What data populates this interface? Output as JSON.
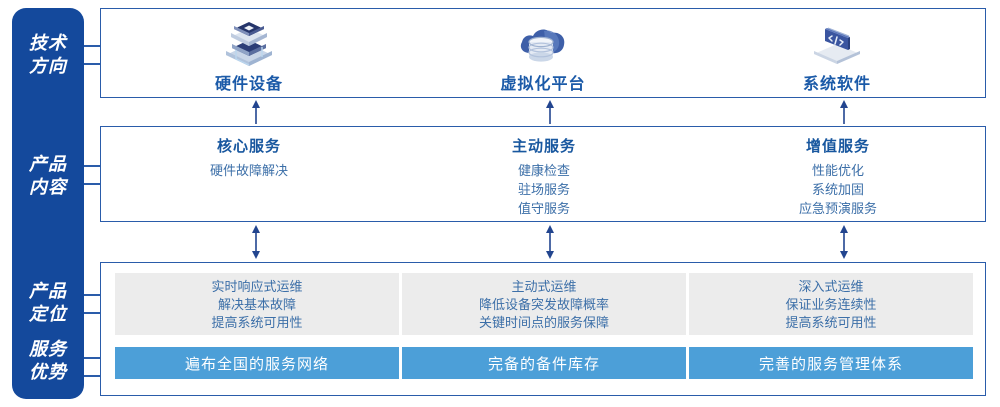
{
  "sidebar": {
    "labels": [
      {
        "line1": "技术",
        "line2": "方向"
      },
      {
        "line1": "产品",
        "line2": "内容"
      },
      {
        "line1": "产品",
        "line2": "定位"
      },
      {
        "line1": "服务",
        "line2": "优势"
      }
    ]
  },
  "tech_row": {
    "columns": [
      {
        "title": "硬件设备",
        "icon": "server-stack-icon"
      },
      {
        "title": "虚拟化平台",
        "icon": "cloud-database-icon"
      },
      {
        "title": "系统软件",
        "icon": "laptop-code-icon"
      }
    ]
  },
  "content_row": {
    "columns": [
      {
        "title": "核心服务",
        "items": [
          "硬件故障解决"
        ]
      },
      {
        "title": "主动服务",
        "items": [
          "健康检查",
          "驻场服务",
          "值守服务"
        ]
      },
      {
        "title": "增值服务",
        "items": [
          "性能优化",
          "系统加固",
          "应急预演服务"
        ]
      }
    ]
  },
  "positioning_row": {
    "cards": [
      {
        "lines": [
          "实时响应式运维",
          "解决基本故障",
          "提高系统可用性"
        ]
      },
      {
        "lines": [
          "主动式运维",
          "降低设备突发故障概率",
          "关键时间点的服务保障"
        ]
      },
      {
        "lines": [
          "深入式运维",
          "保证业务连续性",
          "提高系统可用性"
        ]
      }
    ]
  },
  "advantage_row": {
    "bars": [
      {
        "label": "遍布全国的服务网络"
      },
      {
        "label": "完备的备件库存"
      },
      {
        "label": "完善的服务管理体系"
      }
    ]
  },
  "colors": {
    "sidebar_blue": "#14499C",
    "border_blue": "#2A5CAA",
    "title_blue": "#1B5AA8",
    "text_blue": "#3C6FA8",
    "bar_blue": "#4C9FD8",
    "card_grey": "#ECECEC"
  }
}
